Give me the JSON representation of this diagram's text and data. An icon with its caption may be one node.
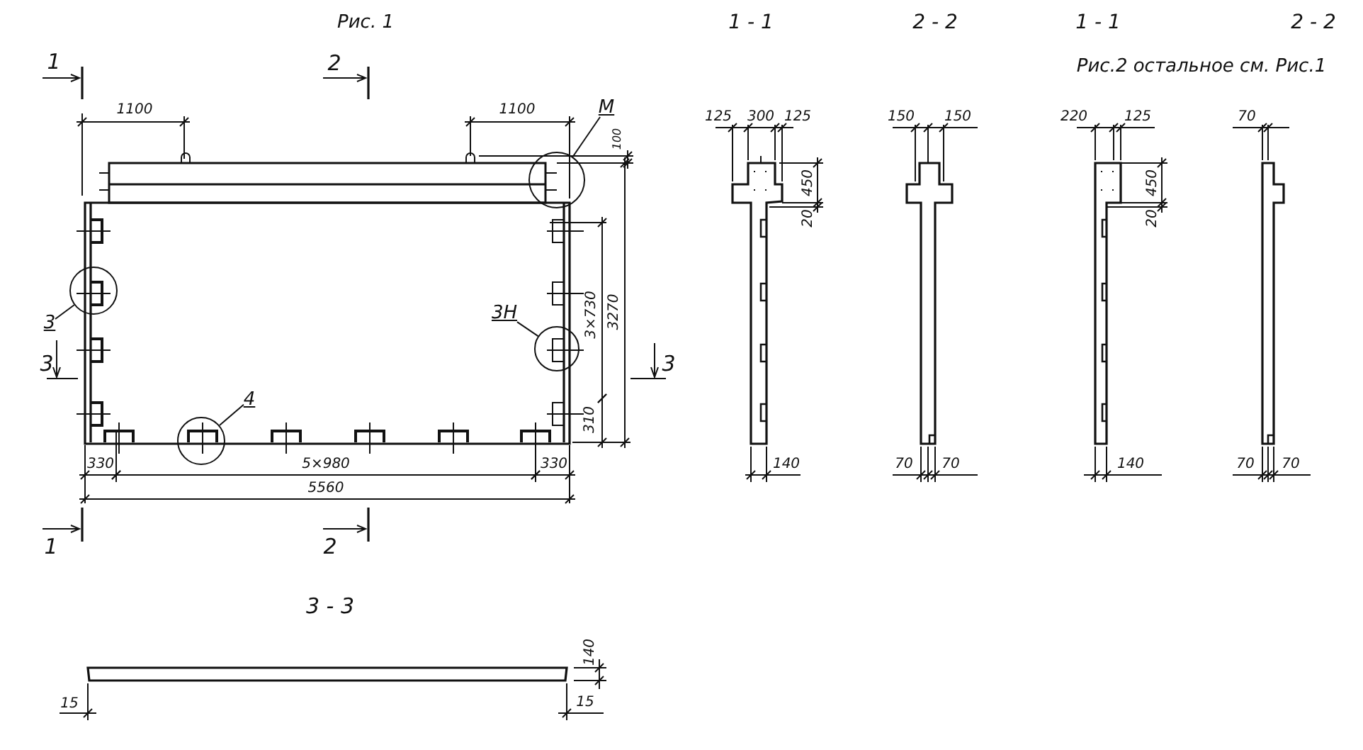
{
  "diagram": {
    "nodes": [
      {
        "text": [
          "М"
        ]
      },
      {
        "text": [],
        "shape": "circle"
      },
      {
        "text": [
          "3"
        ]
      },
      {
        "text": [],
        "shape": "circle"
      },
      {
        "text": [
          "3Н"
        ]
      },
      {
        "text": [],
        "shape": "circle"
      },
      {
        "text": [
          "4"
        ]
      },
      {
        "text": [],
        "shape": "circle"
      }
    ],
    "edges": [
      {
        "from": 0,
        "to": 1,
        "arrow": "none"
      },
      {
        "from": 2,
        "to": 3,
        "arrow": "none"
      },
      {
        "from": 4,
        "to": 5,
        "arrow": "none"
      },
      {
        "from": 6,
        "to": 7,
        "arrow": "none"
      }
    ],
    "labels": [
      "Рис. 1",
      "1",
      "2",
      "1100",
      "1100",
      "100",
      "3270",
      "3×730",
      "3",
      "3",
      "310",
      "330",
      "5×980",
      "330",
      "5560",
      "1",
      "2",
      "1 - 1",
      "2 - 2",
      "1 - 1",
      "2 - 2",
      "Рис.2 остальное см. Рис.1",
      "125",
      "300",
      "125",
      "450",
      "20",
      "140",
      "150",
      "150",
      "70",
      "70",
      "220",
      "125",
      "450",
      "20",
      "140",
      "70",
      "70",
      "70",
      "3 - 3",
      "140",
      "15",
      "15"
    ]
  }
}
